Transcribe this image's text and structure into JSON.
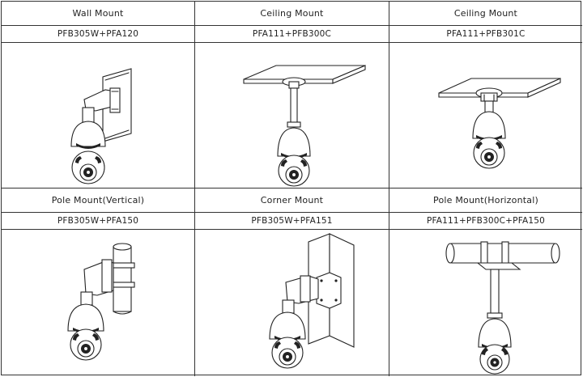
{
  "rows": [
    {
      "cells": [
        {
          "title": "Wall Mount",
          "model": "PFB305W+PFA120"
        },
        {
          "title": "Ceiling Mount",
          "model": "PFA111+PFB300C"
        },
        {
          "title": "Ceiling Mount",
          "model": "PFA111+PFB301C"
        }
      ]
    },
    {
      "cells": [
        {
          "title": "Pole Mount(Vertical)",
          "model": "PFB305W+PFA150"
        },
        {
          "title": "Corner Mount",
          "model": "PFB305W+PFA151"
        },
        {
          "title": "Pole Mount(Horizontal)",
          "model": "PFA111+PFB300C+PFA150"
        }
      ]
    }
  ]
}
